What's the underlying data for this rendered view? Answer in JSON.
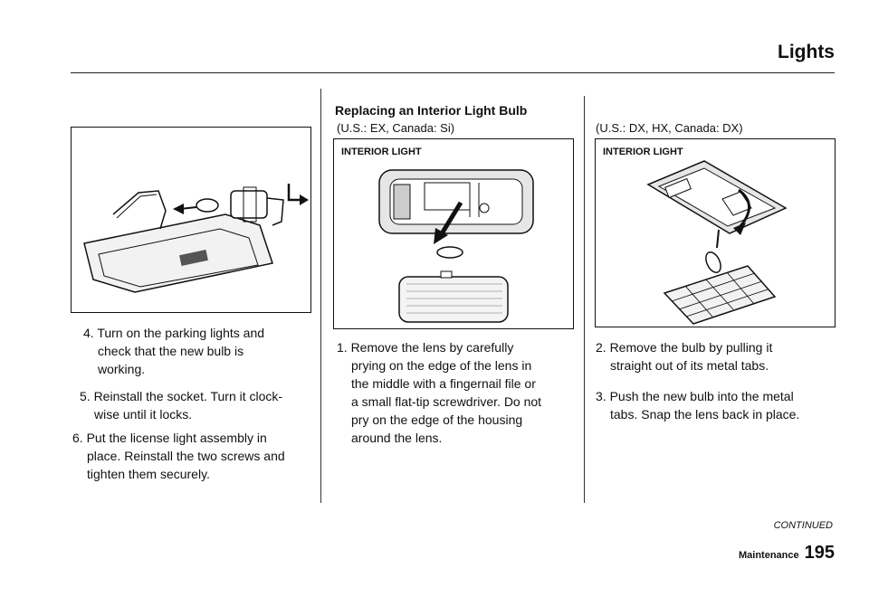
{
  "header": {
    "title": "Lights"
  },
  "left_column": {
    "steps": [
      {
        "lines": [
          "4. Turn on the parking lights and",
          "check that the new bulb is",
          "working."
        ]
      },
      {
        "lines": [
          "5. Reinstall the socket. Turn it clock-",
          "wise until it locks."
        ]
      },
      {
        "lines": [
          "6. Put the license light assembly in",
          "place. Reinstall the two screws and",
          "tighten them securely."
        ]
      }
    ]
  },
  "middle_column": {
    "section_title": "Replacing an Interior Light Bulb",
    "subtitle": "(U.S.: EX, Canada: Si)",
    "figure_label": "INTERIOR LIGHT",
    "step": {
      "lines": [
        "1. Remove the lens by carefully",
        "prying on the edge of the lens in",
        "the middle with a fingernail file or",
        "a small flat-tip screwdriver. Do not",
        "pry on the edge of the housing",
        "around the lens."
      ]
    }
  },
  "right_column": {
    "subtitle": "(U.S.: DX, HX, Canada: DX)",
    "figure_label": "INTERIOR LIGHT",
    "steps": [
      {
        "lines": [
          "2. Remove the bulb by pulling it",
          "straight out of its metal tabs."
        ]
      },
      {
        "lines": [
          "3. Push the new bulb into the metal",
          "tabs. Snap the lens back in place."
        ]
      }
    ]
  },
  "continued_label": "CONTINUED",
  "footer": {
    "section": "Maintenance",
    "page_number": "195"
  }
}
